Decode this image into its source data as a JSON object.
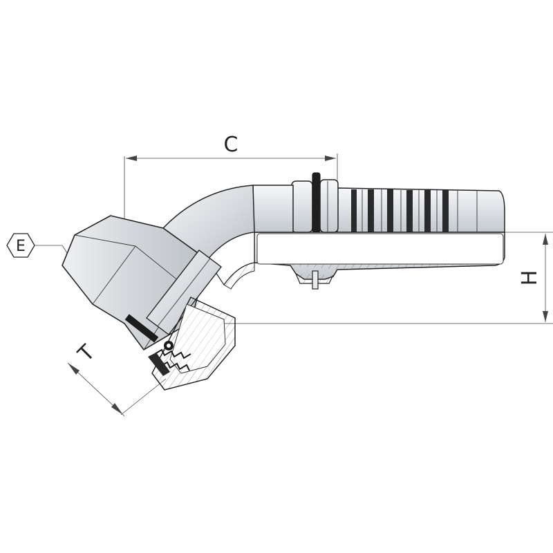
{
  "labels": {
    "c": "C",
    "h": "H",
    "t": "T",
    "e": "E"
  },
  "colors": {
    "line": "#222222",
    "metal_light": "#f4f6f8",
    "metal_mid": "#d9dde1",
    "metal_dark": "#aeb4ba",
    "thread": "#1a1a1a"
  }
}
